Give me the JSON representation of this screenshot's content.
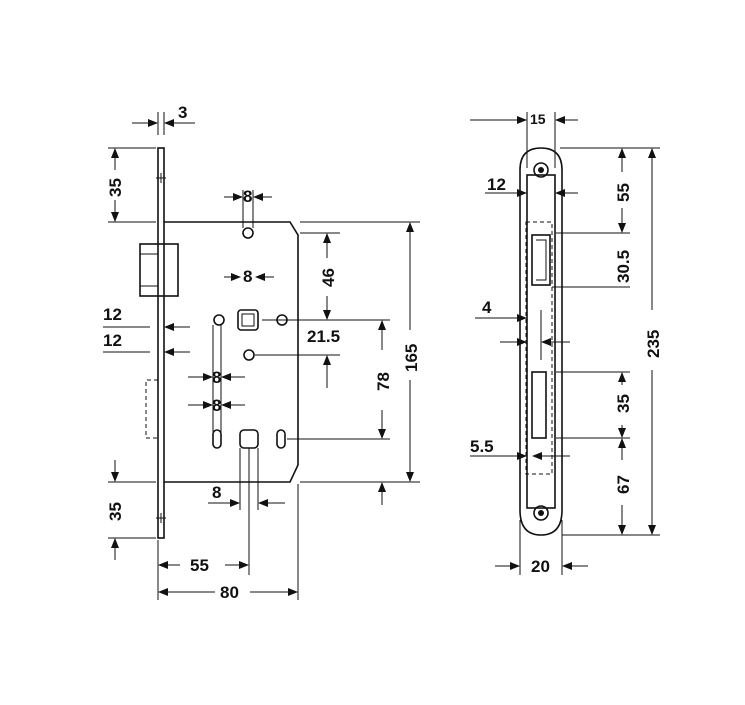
{
  "front_view": {
    "d_faceplate_thickness": "3",
    "d_top_to_body": "35",
    "d_bottom_to_body": "35",
    "d_hole_width_top": "8",
    "d_hole_width_mid": "8",
    "d_hole_width_a": "8",
    "d_hole_width_b": "8",
    "d_hole_width_bottom": "8",
    "d_latch_offset_a": "12",
    "d_latch_offset_b": "12",
    "d_top_to_spindle": "46",
    "d_spindle_to_hole": "21.5",
    "d_spindle_to_key": "78",
    "d_body_height": "165",
    "d_backset": "55",
    "d_body_depth": "80"
  },
  "side_view": {
    "d_plate_width": "15",
    "d_screw_offset": "12",
    "d_top_to_latch": "55",
    "d_latch_height": "30.5",
    "d_gap": "4",
    "d_bolt_height": "35",
    "d_bottom_offset": "5.5",
    "d_bottom_to_bolt": "67",
    "d_total_height": "235",
    "d_overall_width": "20"
  }
}
